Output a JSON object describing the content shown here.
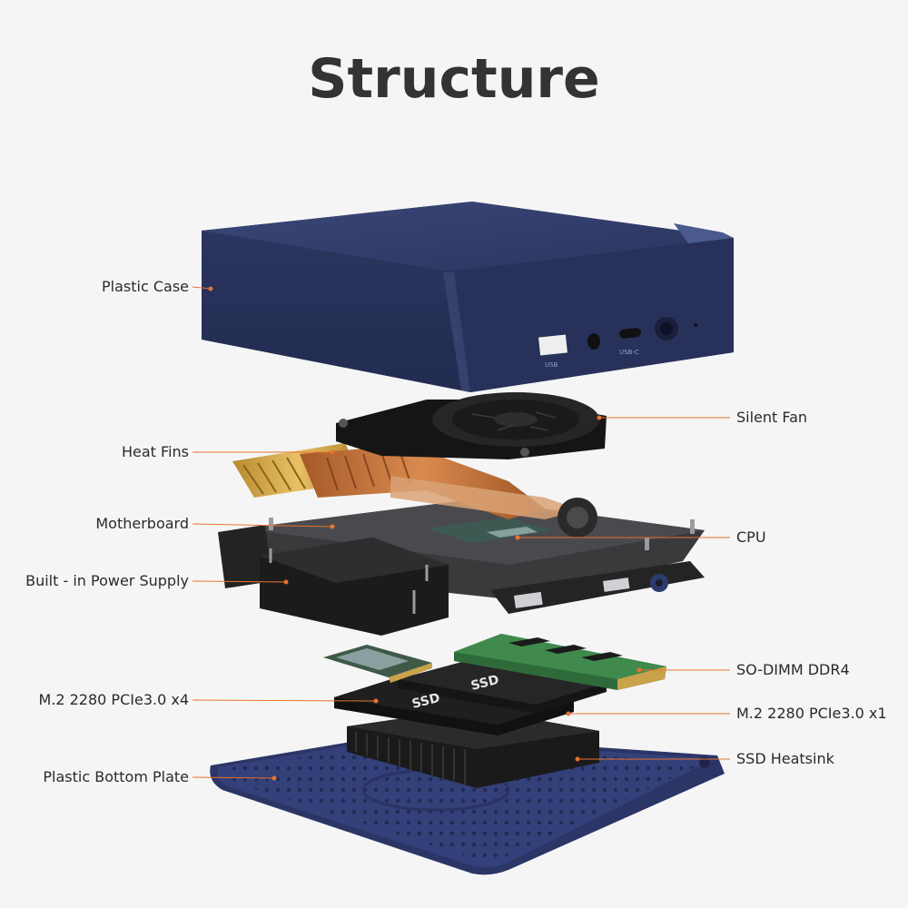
{
  "title": "Structure",
  "colors": {
    "background": "#f5f5f6",
    "case": "#2e3a66",
    "accent": "#e8732e",
    "heatsink": "#1e1e1e",
    "copper": "#c8763e",
    "gold": "#d6aa4c",
    "ram_pcb": "#2f6b3a"
  },
  "device": {
    "port_usb": "USB",
    "port_usbc": "USB-C",
    "ssd_label_1": "SSD",
    "ssd_label_2": "SSD"
  },
  "labels": {
    "plastic_case": "Plastic Case",
    "silent_fan": "Silent Fan",
    "heat_fins": "Heat Fins",
    "motherboard": "Motherboard",
    "cpu": "CPU",
    "power_supply": "Built - in Power Supply",
    "so_dimm": "SO-DIMM DDR4",
    "m2_x4": "M.2 2280 PCIe3.0 x4",
    "m2_x1": "M.2 2280 PCIe3.0 x1",
    "ssd_heatsink": "SSD Heatsink",
    "bottom_plate": "Plastic Bottom Plate"
  }
}
